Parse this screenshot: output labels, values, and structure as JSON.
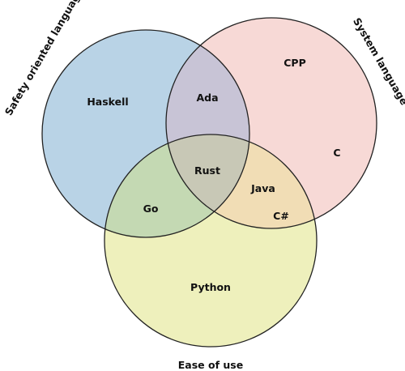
{
  "sets": [
    {
      "id": "safety",
      "title": "Safety oriented language",
      "fill": "#b9d3e6"
    },
    {
      "id": "system",
      "title": "System language",
      "fill": "#f7d9d6"
    },
    {
      "id": "ease",
      "title": "Ease of use",
      "fill": "#eef0bc"
    }
  ],
  "regions": {
    "safety_only": "Haskell",
    "safety_system": "Ada",
    "system_only_top": "CPP",
    "system_only_right": "C",
    "all_three": "Rust",
    "system_ease_1": "Java",
    "system_ease_2": "C#",
    "safety_ease": "Go",
    "ease_only": "Python"
  },
  "region_colors": {
    "safety_system": "#c8c4d6",
    "safety_ease": "#c4d9b3",
    "system_ease": "#f1ddb5",
    "all_three": "#c8c8b6"
  }
}
